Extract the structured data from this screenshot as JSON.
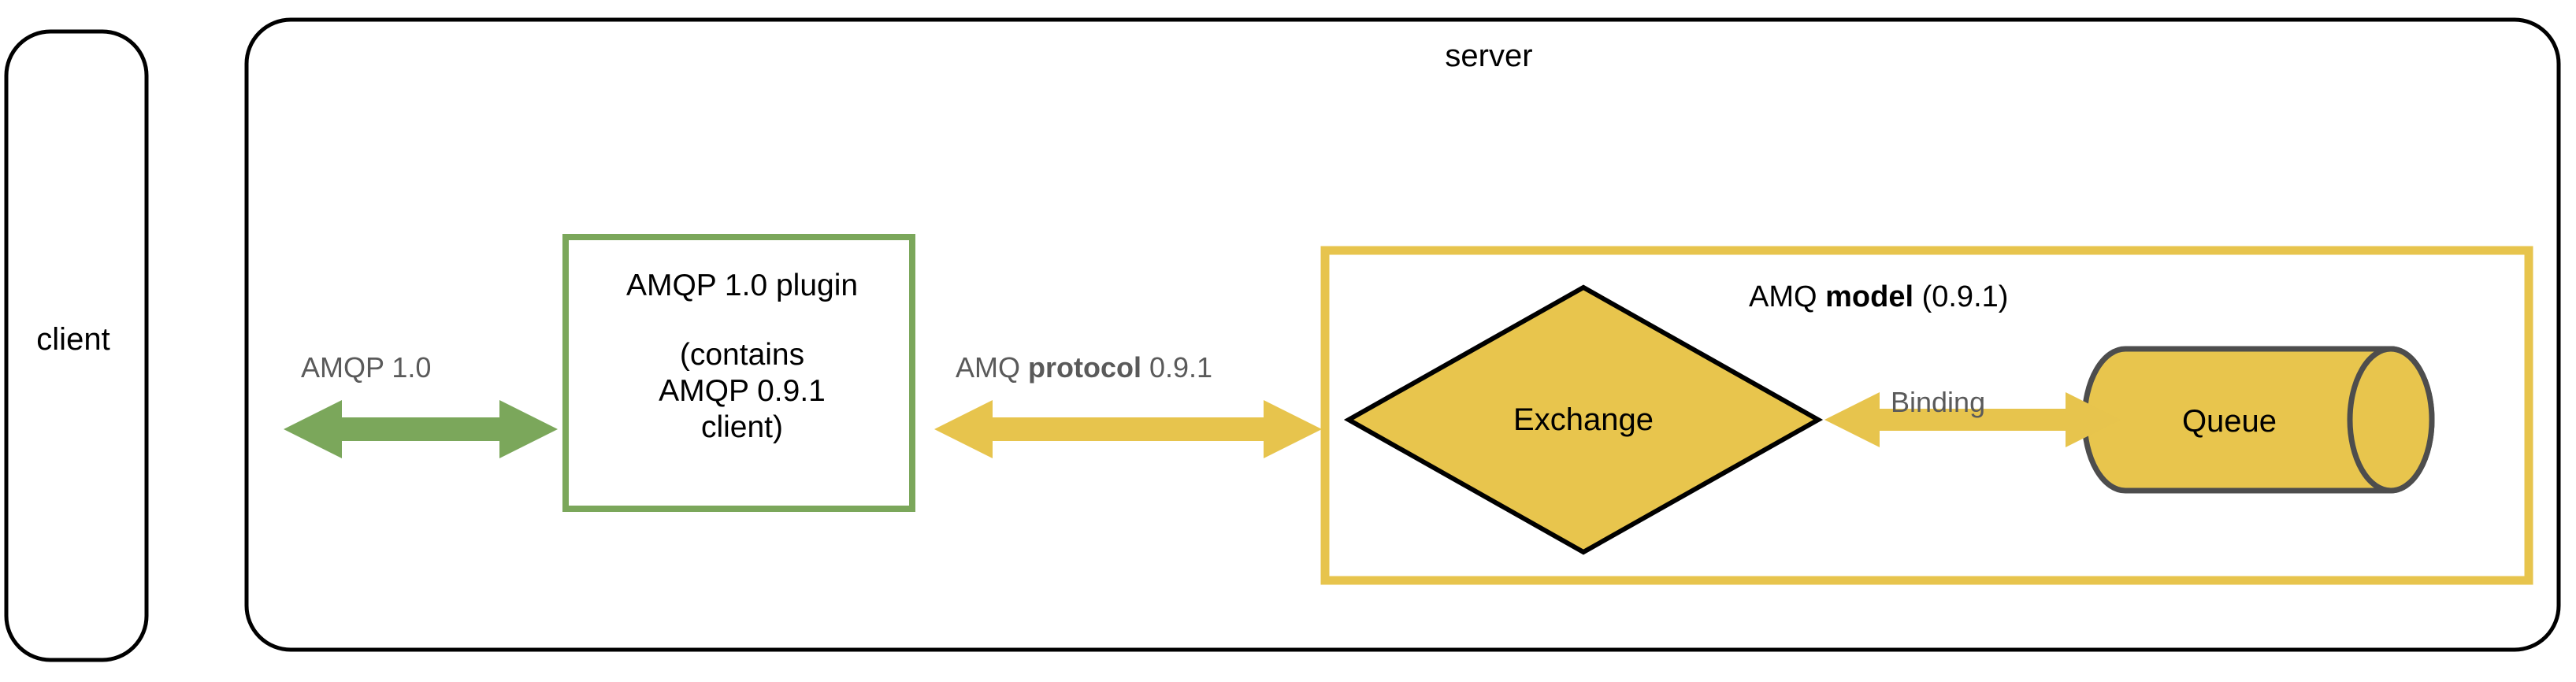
{
  "diagram": {
    "title": "AMQP 1.0 plugin / AMQ 0.9.1 model relationship",
    "colors": {
      "green": "#7BA75B",
      "yellow_border": "#E7C44D",
      "yellow_fill": "#E8C54D",
      "black": "#000000",
      "gray_text": "#5a5a5a",
      "queue_stroke": "#4d4d4d",
      "background": "#ffffff"
    },
    "nodes": {
      "client": {
        "label": "client",
        "shape": "rounded-rectangle",
        "stroke": "#000000",
        "fill": "#ffffff"
      },
      "server": {
        "label": "server",
        "shape": "rounded-rectangle",
        "stroke": "#000000",
        "fill": "#ffffff"
      },
      "plugin": {
        "label_line1": "AMQP 1.0 plugin",
        "label_line2": "(contains",
        "label_line3": "AMQP 0.9.1",
        "label_line4": "client)",
        "shape": "rectangle",
        "stroke": "#7BA75B",
        "fill": "#ffffff"
      },
      "amq_model": {
        "label_prefix": "AMQ ",
        "label_bold": "model",
        "label_suffix": " (0.9.1)",
        "label_full": "AMQ model (0.9.1)",
        "shape": "rectangle",
        "stroke": "#E7C44D",
        "fill": "#ffffff"
      },
      "exchange": {
        "label": "Exchange",
        "shape": "diamond",
        "stroke": "#000000",
        "fill": "#E8C54D"
      },
      "queue": {
        "label": "Queue",
        "shape": "cylinder",
        "stroke": "#4d4d4d",
        "fill": "#E8C54D"
      }
    },
    "edges": [
      {
        "id": "client-to-plugin",
        "label": "AMQP 1.0",
        "label_bold": "",
        "color": "#7BA75B",
        "direction": "bidirectional",
        "from": "client",
        "to": "plugin"
      },
      {
        "id": "plugin-to-model",
        "label_prefix": "AMQ ",
        "label_bold": "protocol",
        "label_suffix": " 0.9.1",
        "label_full": "AMQ protocol 0.9.1",
        "color": "#E7C44D",
        "direction": "bidirectional",
        "from": "plugin",
        "to": "amq_model"
      },
      {
        "id": "exchange-to-queue",
        "label": "Binding",
        "color": "#E7C44D",
        "direction": "bidirectional",
        "from": "exchange",
        "to": "queue"
      }
    ]
  }
}
